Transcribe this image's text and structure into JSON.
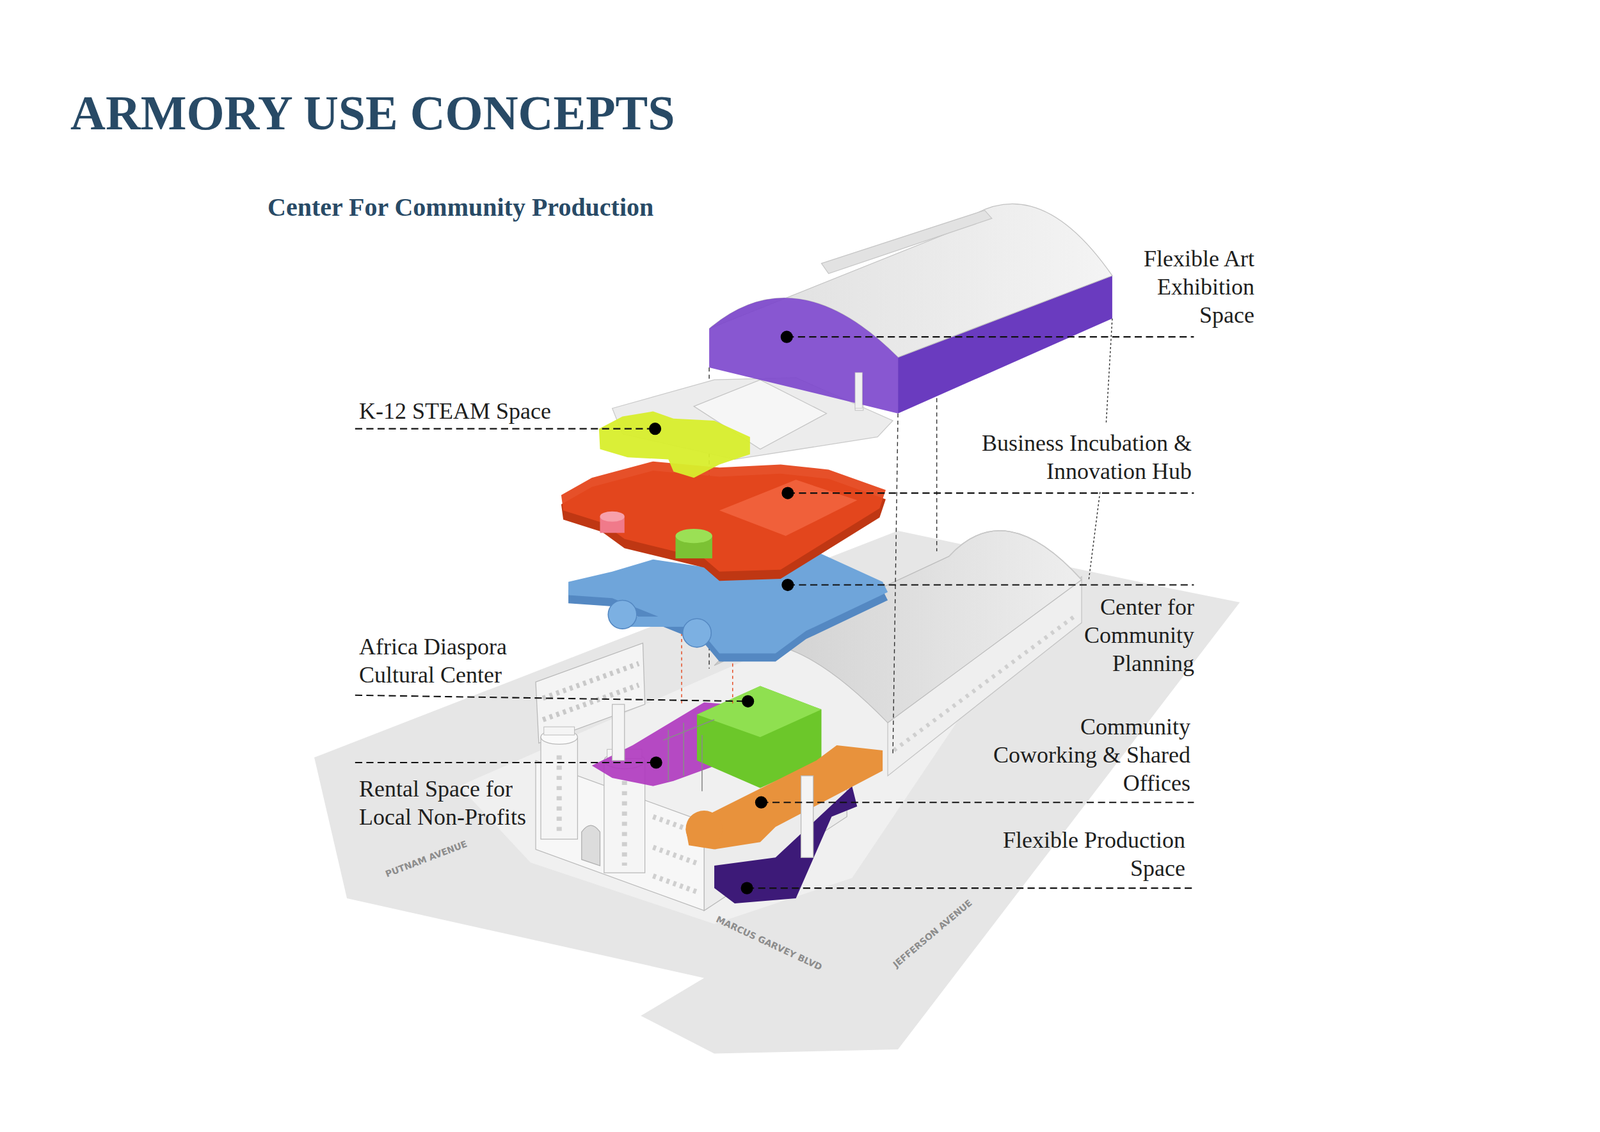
{
  "diagram": {
    "title": "ARMORY USE CONCEPTS",
    "labels": [
      "Center For Community Production",
      "Flexible Art Exhibition Space",
      "K-12 STEAM Space",
      "Business Incubation & Innovation Hub",
      "Center for Community Planning",
      "Africa Diaspora Cultural Center",
      "Community Coworking & Shared Offices",
      "Rental Space for Local Non-Profits",
      "Flexible Production Space",
      "PUTNAM AVENUE",
      "JEFFERSON AVENUE",
      "MARCUS GARVEY BLVD"
    ]
  }
}
